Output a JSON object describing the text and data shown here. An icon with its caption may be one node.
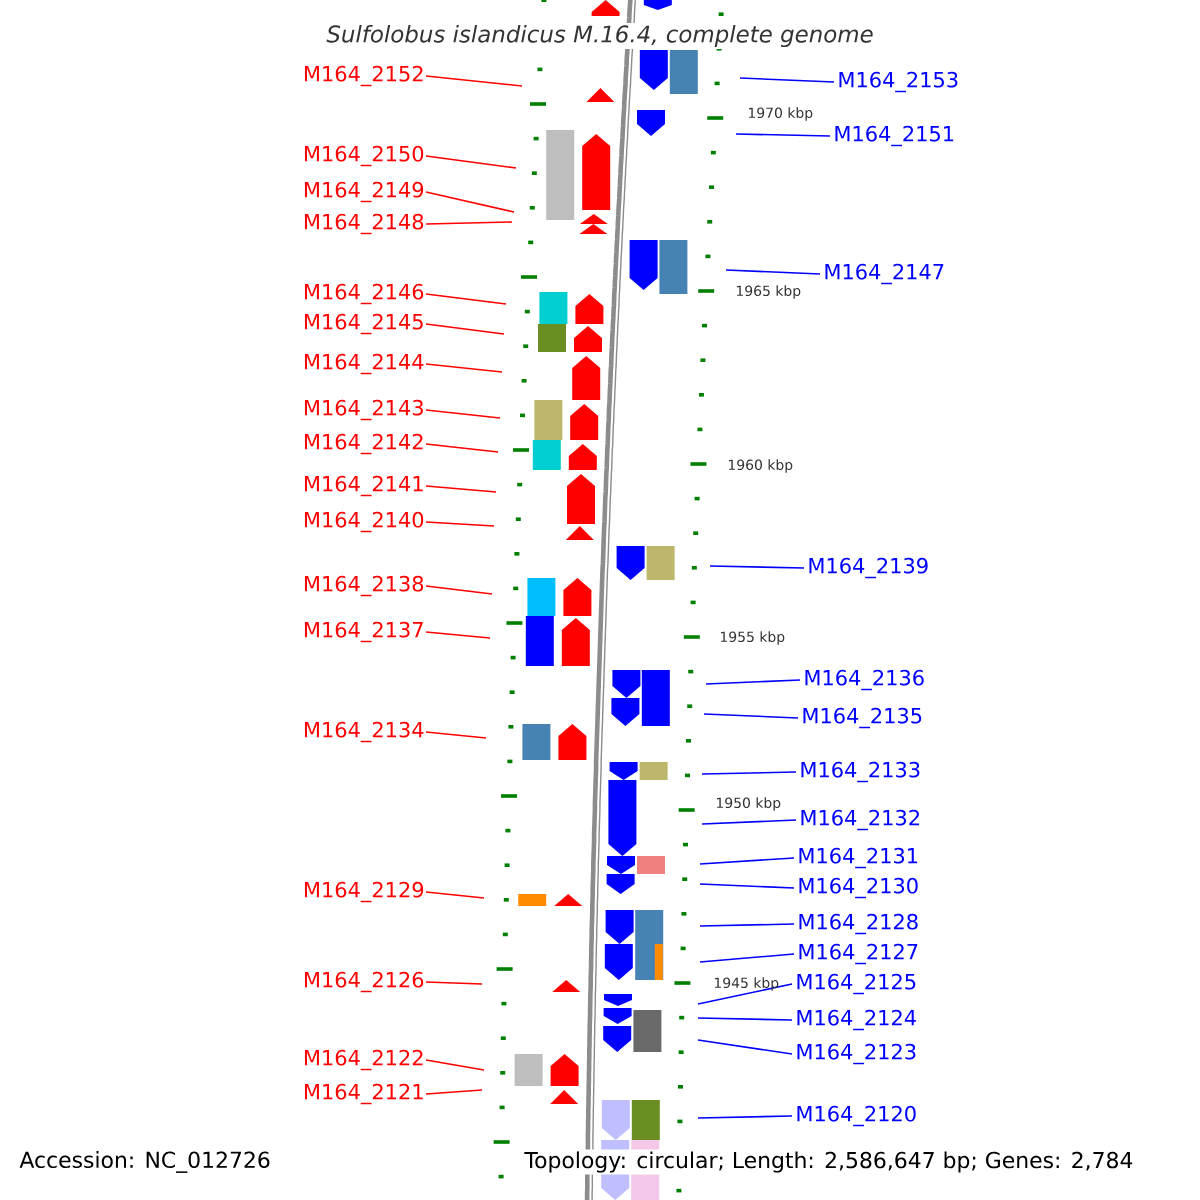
{
  "diagram": {
    "title": "Sulfolobus islandicus M.16.4, complete genome",
    "nodes": [
      {
        "text": [
          "M164_2152"
        ]
      },
      {
        "text": [
          "M164_2153"
        ]
      },
      {
        "text": [
          "M164_2151"
        ]
      },
      {
        "text": [
          "M164_2150"
        ]
      },
      {
        "text": [
          "M164_2149"
        ]
      },
      {
        "text": [
          "M164_2148"
        ]
      },
      {
        "text": [
          "M164_2147"
        ]
      },
      {
        "text": [
          "M164_2146"
        ]
      },
      {
        "text": [
          "M164_2145"
        ]
      },
      {
        "text": [
          "M164_2144"
        ]
      },
      {
        "text": [
          "M164_2143"
        ]
      },
      {
        "text": [
          "M164_2142"
        ]
      },
      {
        "text": [
          "M164_2141"
        ]
      },
      {
        "text": [
          "M164_2140"
        ]
      },
      {
        "text": [
          "M164_2139"
        ]
      },
      {
        "text": [
          "M164_2138"
        ]
      },
      {
        "text": [
          "M164_2137"
        ]
      },
      {
        "text": [
          "M164_2136"
        ]
      },
      {
        "text": [
          "M164_2135"
        ]
      },
      {
        "text": [
          "M164_2134"
        ]
      },
      {
        "text": [
          "M164_2133"
        ]
      },
      {
        "text": [
          "M164_2132"
        ]
      },
      {
        "text": [
          "M164_2131"
        ]
      },
      {
        "text": [
          "M164_2130"
        ]
      },
      {
        "text": [
          "M164_2129"
        ]
      },
      {
        "text": [
          "M164_2128"
        ]
      },
      {
        "text": [
          "M164_2127"
        ]
      },
      {
        "text": [
          "M164_2126"
        ]
      },
      {
        "text": [
          "M164_2125"
        ]
      },
      {
        "text": [
          "M164_2124"
        ]
      },
      {
        "text": [
          "M164_2123"
        ]
      },
      {
        "text": [
          "M164_2122"
        ]
      },
      {
        "text": [
          "M164_2121"
        ]
      },
      {
        "text": [
          "M164_2120"
        ]
      }
    ],
    "edges": [
      {
        "from": 0,
        "to": null,
        "arrow": "none"
      },
      {
        "from": 1,
        "to": null,
        "arrow": "none",
        "color": "#0000ff"
      },
      {
        "from": 2,
        "to": null,
        "arrow": "none",
        "color": "#0000ff"
      },
      {
        "from": 3,
        "to": null,
        "arrow": "none"
      },
      {
        "from": 4,
        "to": null,
        "arrow": "none"
      },
      {
        "from": 5,
        "to": null,
        "arrow": "none"
      },
      {
        "from": 6,
        "to": null,
        "arrow": "none",
        "color": "#0000ff"
      },
      {
        "from": 7,
        "to": null,
        "arrow": "none"
      },
      {
        "from": 8,
        "to": null,
        "arrow": "none"
      },
      {
        "from": 9,
        "to": null,
        "arrow": "none"
      },
      {
        "from": 10,
        "to": null,
        "arrow": "none"
      },
      {
        "from": 11,
        "to": null,
        "arrow": "none"
      },
      {
        "from": 12,
        "to": null,
        "arrow": "none"
      },
      {
        "from": 13,
        "to": null,
        "arrow": "none"
      },
      {
        "from": 14,
        "to": null,
        "arrow": "none",
        "color": "#0000ff"
      },
      {
        "from": 15,
        "to": null,
        "arrow": "none"
      },
      {
        "from": 16,
        "to": null,
        "arrow": "none"
      },
      {
        "from": 17,
        "to": null,
        "arrow": "none",
        "color": "#0000ff"
      },
      {
        "from": 18,
        "to": null,
        "arrow": "none",
        "color": "#0000ff"
      },
      {
        "from": 19,
        "to": null,
        "arrow": "none"
      },
      {
        "from": 20,
        "to": null,
        "arrow": "none",
        "color": "#0000ff"
      },
      {
        "from": 21,
        "to": null,
        "arrow": "none",
        "color": "#0000ff"
      },
      {
        "from": 22,
        "to": null,
        "arrow": "none",
        "color": "#0000ff"
      },
      {
        "from": 23,
        "to": null,
        "arrow": "none",
        "color": "#0000ff"
      },
      {
        "from": 24,
        "to": null,
        "arrow": "none"
      },
      {
        "from": 25,
        "to": null,
        "arrow": "none",
        "color": "#0000ff"
      },
      {
        "from": 26,
        "to": null,
        "arrow": "none",
        "color": "#0000ff"
      },
      {
        "from": 27,
        "to": null,
        "arrow": "none"
      },
      {
        "from": 28,
        "to": null,
        "arrow": "none",
        "color": "#0000ff"
      },
      {
        "from": 29,
        "to": null,
        "arrow": "none",
        "color": "#0000ff"
      },
      {
        "from": 30,
        "to": null,
        "arrow": "none",
        "color": "#0000ff"
      },
      {
        "from": 31,
        "to": null,
        "arrow": "none"
      },
      {
        "from": 32,
        "to": null,
        "arrow": "none"
      },
      {
        "from": 33,
        "to": null,
        "arrow": "none",
        "color": "#0000ff"
      }
    ],
    "labels": [
      "1970 kbp",
      "1965 kbp",
      "1960 kbp",
      "1955 kbp",
      "1950 kbp",
      "1945 kbp",
      "Accession: NC_012726",
      "Topology: circular; Length: 2,586,647 bp; Genes: 2,784"
    ]
  }
}
